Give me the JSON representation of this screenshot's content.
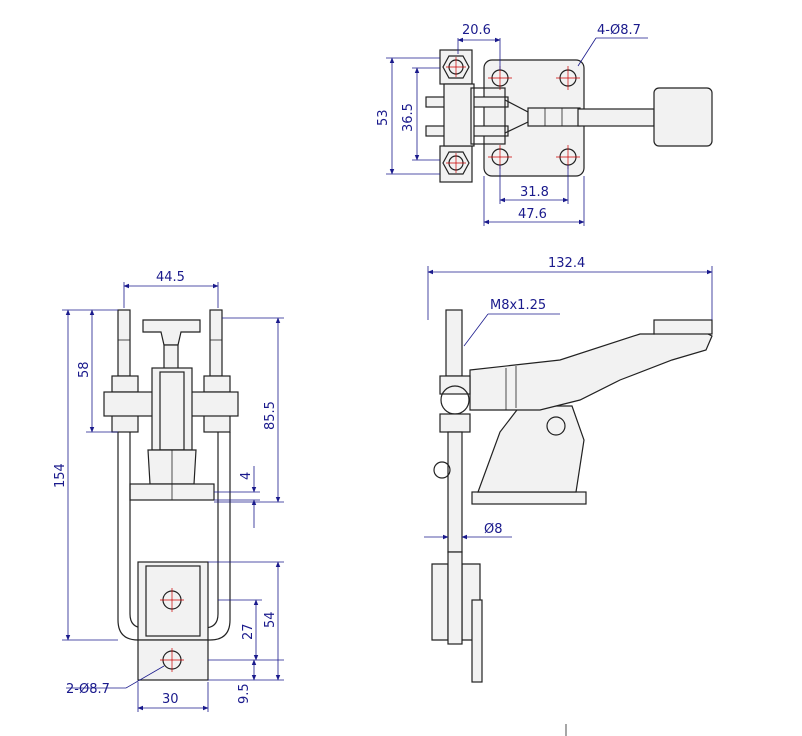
{
  "top_view": {
    "dim_width": "20.6",
    "dim_holes": "4-Ø8.7",
    "dim_height": "53",
    "dim_inner": "36.5",
    "dim_31": "31.8",
    "dim_47": "47.6"
  },
  "front_view": {
    "dim_44": "44.5",
    "dim_58": "58",
    "dim_154": "154",
    "dim_85": "85.5",
    "dim_4": "4",
    "dim_27": "27",
    "dim_54": "54",
    "dim_95": "9.5",
    "dim_holes": "2-Ø8.7",
    "dim_30": "30"
  },
  "side_view": {
    "dim_132": "132.4",
    "dim_thread": "M8x1.25",
    "dim_rod": "Ø8"
  }
}
